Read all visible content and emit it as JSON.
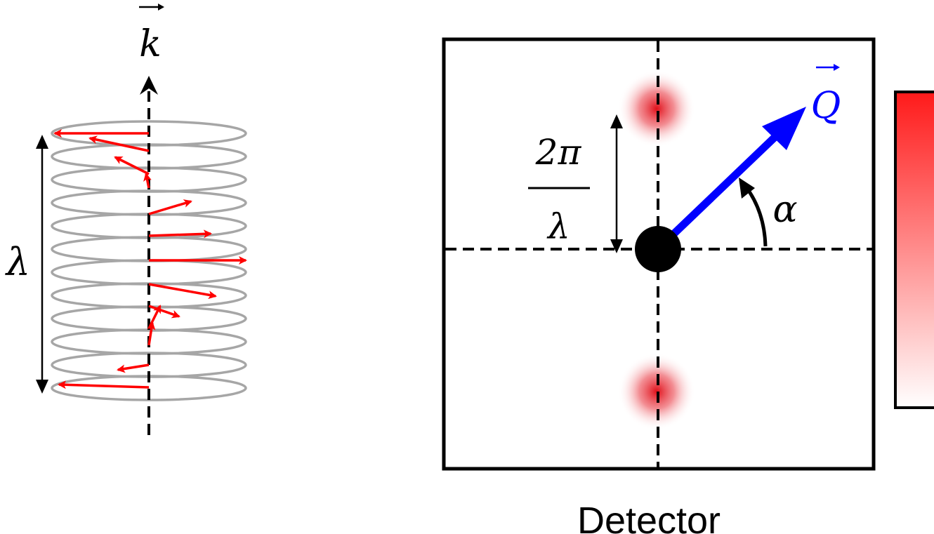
{
  "labels": {
    "k_vector": "k",
    "wavelength": "λ",
    "two_pi": "2π",
    "lambda_denominator": "λ",
    "q_vector": "Q",
    "angle": "α",
    "detector": "Detector"
  },
  "colors": {
    "spin_arrow": "#ff0000",
    "helix_coil": "#a6a6a6",
    "axis": "#000000",
    "q_vector": "#0000ff",
    "peak": "#e0101a",
    "colorbar_top": "#ff1a1a",
    "colorbar_bottom": "#ffffff"
  }
}
